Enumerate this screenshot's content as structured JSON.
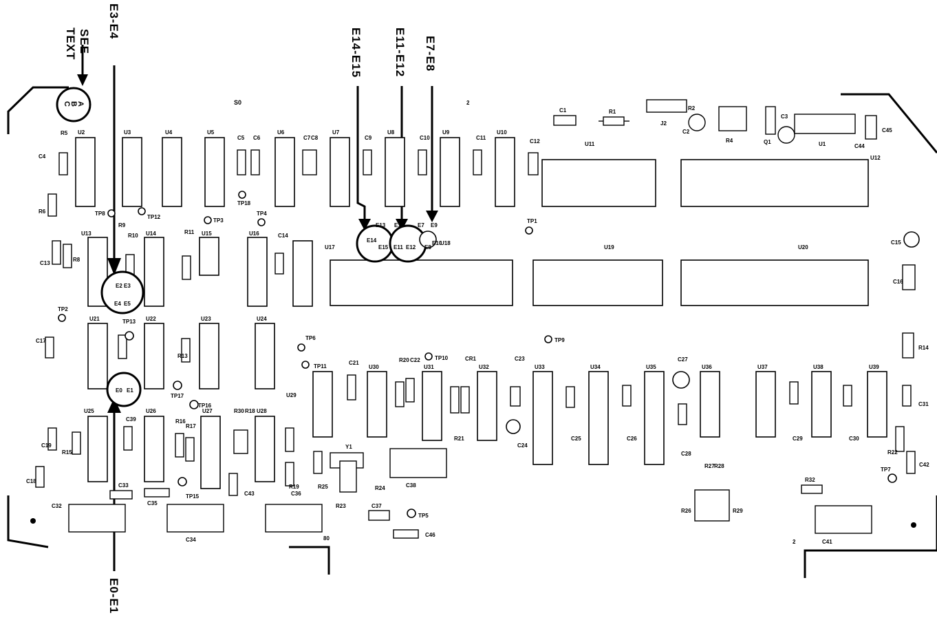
{
  "callouts": {
    "see_text_1": "SEE",
    "see_text_2": "TEXT",
    "e3_e4": "E3-E4",
    "e14_e15": "E14-E15",
    "e11_e12": "E11-E12",
    "e7_e8": "E7-E8",
    "e0_e1": "E0-E1"
  },
  "abc_circle": {
    "a": "A",
    "b": "B",
    "c": "C"
  },
  "board_marks": {
    "s0": "S0",
    "two_top": "2",
    "eighty": "80",
    "two_bottom": "2"
  },
  "ics": {
    "u1": "U1",
    "u2": "U2",
    "u3": "U3",
    "u4": "U4",
    "u5": "U5",
    "u6": "U6",
    "u7": "U7",
    "u8": "U8",
    "u9": "U9",
    "u10": "U10",
    "u11": "U11",
    "u12": "U12",
    "u13": "U13",
    "u14": "U14",
    "u15": "U15",
    "u16": "U16",
    "u17": "U17",
    "u19": "U19",
    "u20": "U20",
    "u21": "U21",
    "u22": "U22",
    "u23": "U23",
    "u24": "U24",
    "u25": "U25",
    "u26": "U26",
    "u27": "U27",
    "u28": "U28",
    "u29": "U29",
    "u30": "U30",
    "u31": "U31",
    "u32": "U32",
    "u33": "U33",
    "u34": "U34",
    "u35": "U35",
    "u36": "U36",
    "u37": "U37",
    "u38": "U38",
    "u39": "U39"
  },
  "capacitors": {
    "c1": "C1",
    "c2": "C2",
    "c3": "C3",
    "c4": "C4",
    "c5": "C5",
    "c6": "C6",
    "c7": "C7",
    "c8": "C8",
    "c9": "C9",
    "c10": "C10",
    "c11": "C11",
    "c12": "C12",
    "c13": "C13",
    "c14": "C14",
    "c15": "C15",
    "c16": "C16",
    "c17": "C17",
    "c18": "C18",
    "c19": "C19",
    "c21": "C21",
    "c22": "C22",
    "c23": "C23",
    "c24": "C24",
    "c25": "C25",
    "c26": "C26",
    "c27": "C27",
    "c28": "C28",
    "c29": "C29",
    "c30": "C30",
    "c31": "C31",
    "c32": "C32",
    "c33": "C33",
    "c34": "C34",
    "c35": "C35",
    "c36": "C36",
    "c37": "C37",
    "c38": "C38",
    "c39": "C39",
    "c41": "C41",
    "c42": "C42",
    "c43": "C43",
    "c44": "C44",
    "c45": "C45",
    "c46": "C46",
    "cr1": "CR1"
  },
  "resistors": {
    "r1": "R1",
    "r2": "R2",
    "r4": "R4",
    "r5": "R5",
    "r6": "R6",
    "r8": "R8",
    "r9": "R9",
    "r10": "R10",
    "r11": "R11",
    "r13": "R13",
    "r14": "R14",
    "r15": "R15",
    "r16": "R16",
    "r17": "R17",
    "r18": "R18",
    "r19": "R19",
    "r20": "R20",
    "r21": "R21",
    "r22": "R22",
    "r23": "R23",
    "r24": "R24",
    "r25": "R25",
    "r26": "R26",
    "r27": "R27",
    "r28": "R28",
    "r29": "R29",
    "r30": "R30",
    "r32": "R32"
  },
  "test_points": {
    "tp1": "TP1",
    "tp2": "TP2",
    "tp3": "TP3",
    "tp4": "TP4",
    "tp5": "TP5",
    "tp6": "TP6",
    "tp7": "TP7",
    "tp8": "TP8",
    "tp9": "TP9",
    "tp10": "TP10",
    "tp11": "TP11",
    "tp12": "TP12",
    "tp13": "TP13",
    "tp15": "TP15",
    "tp16": "TP16",
    "tp17": "TP17",
    "tp18": "TP18"
  },
  "jumpers": {
    "e0": "E0",
    "e1": "E1",
    "e2": "E2",
    "e3": "E3",
    "e4": "E4",
    "e5": "E5",
    "e7": "E7",
    "e8": "E8",
    "e9": "E9",
    "e10": "E10",
    "e11": "E11",
    "e12": "E12",
    "e13": "E13",
    "e14": "E14",
    "e15": "E15",
    "e16": "E16"
  },
  "misc": {
    "j2": "J2",
    "q1": "Q1",
    "y1": "Y1",
    "u18": "U18"
  }
}
